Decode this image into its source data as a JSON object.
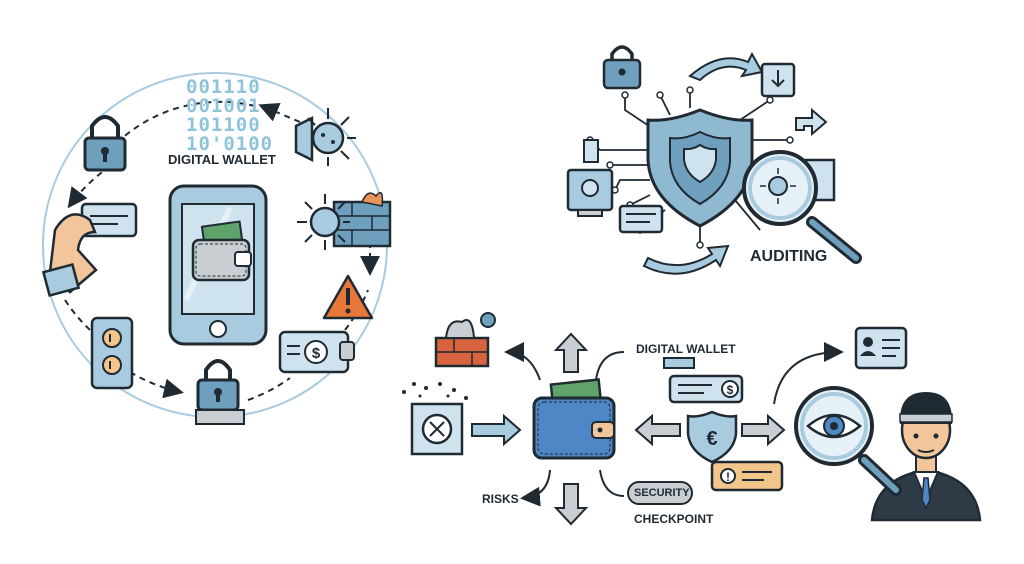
{
  "left": {
    "binary_lines": [
      "001110",
      "001001",
      "101100",
      "10'0100"
    ],
    "wallet_title": "DIGITAL WALLET"
  },
  "top_right": {
    "auditing_label": "AUDITING"
  },
  "bottom": {
    "digital_wallet_label": "DIGITAL WALLET",
    "risks_label": "RISKS",
    "security_label": "SECURITY",
    "checkpoint_label": "CHECKPOINT"
  },
  "colors": {
    "outline": "#1f2a33",
    "blue_light": "#a9cbe0",
    "blue_mid": "#6e9fbd",
    "blue_wallet": "#4f86c6",
    "gray": "#c9ced3",
    "money_green": "#5fa36a",
    "warning_orange": "#e8783a",
    "brick": "#d8643f",
    "skin": "#f2c59b"
  }
}
